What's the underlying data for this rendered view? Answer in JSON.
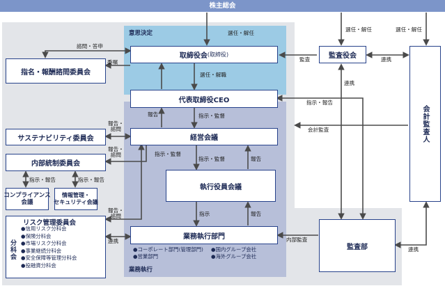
{
  "banner": "株主総会",
  "regions": {
    "decision": "意思決定",
    "execution": "業務執行"
  },
  "boxes": {
    "board": "取締役会",
    "board_sub": "(取締役)",
    "nomination": "指名・報酬諮問委員会",
    "audit_board": "監査役会",
    "accountant": "会計監査人",
    "ceo": "代表取締役CEO",
    "management": "経営会議",
    "sustainability": "サステナビリティ委員会",
    "internal_control": "内部統制委員会",
    "compliance": [
      "コンプライアンス",
      "会議"
    ],
    "info_security": [
      "情報管理・",
      "セキュリティ会議"
    ],
    "officers": "執行役員会議",
    "units": "業務執行部門",
    "audit_dept": "監査部"
  },
  "risk": {
    "title": "リスク管理委員会",
    "side_label": "分科会",
    "items": [
      "●信用リスク分科会",
      "●保険分科会",
      "●市場リスク分科会",
      "●事業継続分科会",
      "●安全保障等管理分科会",
      "●投融資分科会",
      ""
    ]
  },
  "units_sub": [
    "●コーポレート部門(管理部門)",
    "●営業部門",
    "●国内グループ会社",
    "●海外グループ会社"
  ],
  "labels": {
    "elect_dismiss": "選任・解任",
    "elect_dismiss_ceo": "選任・解職",
    "consult_report": "諮問・答申",
    "delegation": "委嘱",
    "audit": "監査",
    "coop": "連携",
    "instruct_report": "指示・報告",
    "report": "報告",
    "instruct_supervise": "指示・監督",
    "accounting_audit": "会計監査",
    "report_consult": [
      "報告・",
      "諮問"
    ],
    "instruct": "指示",
    "internal_audit": "内部監査"
  }
}
